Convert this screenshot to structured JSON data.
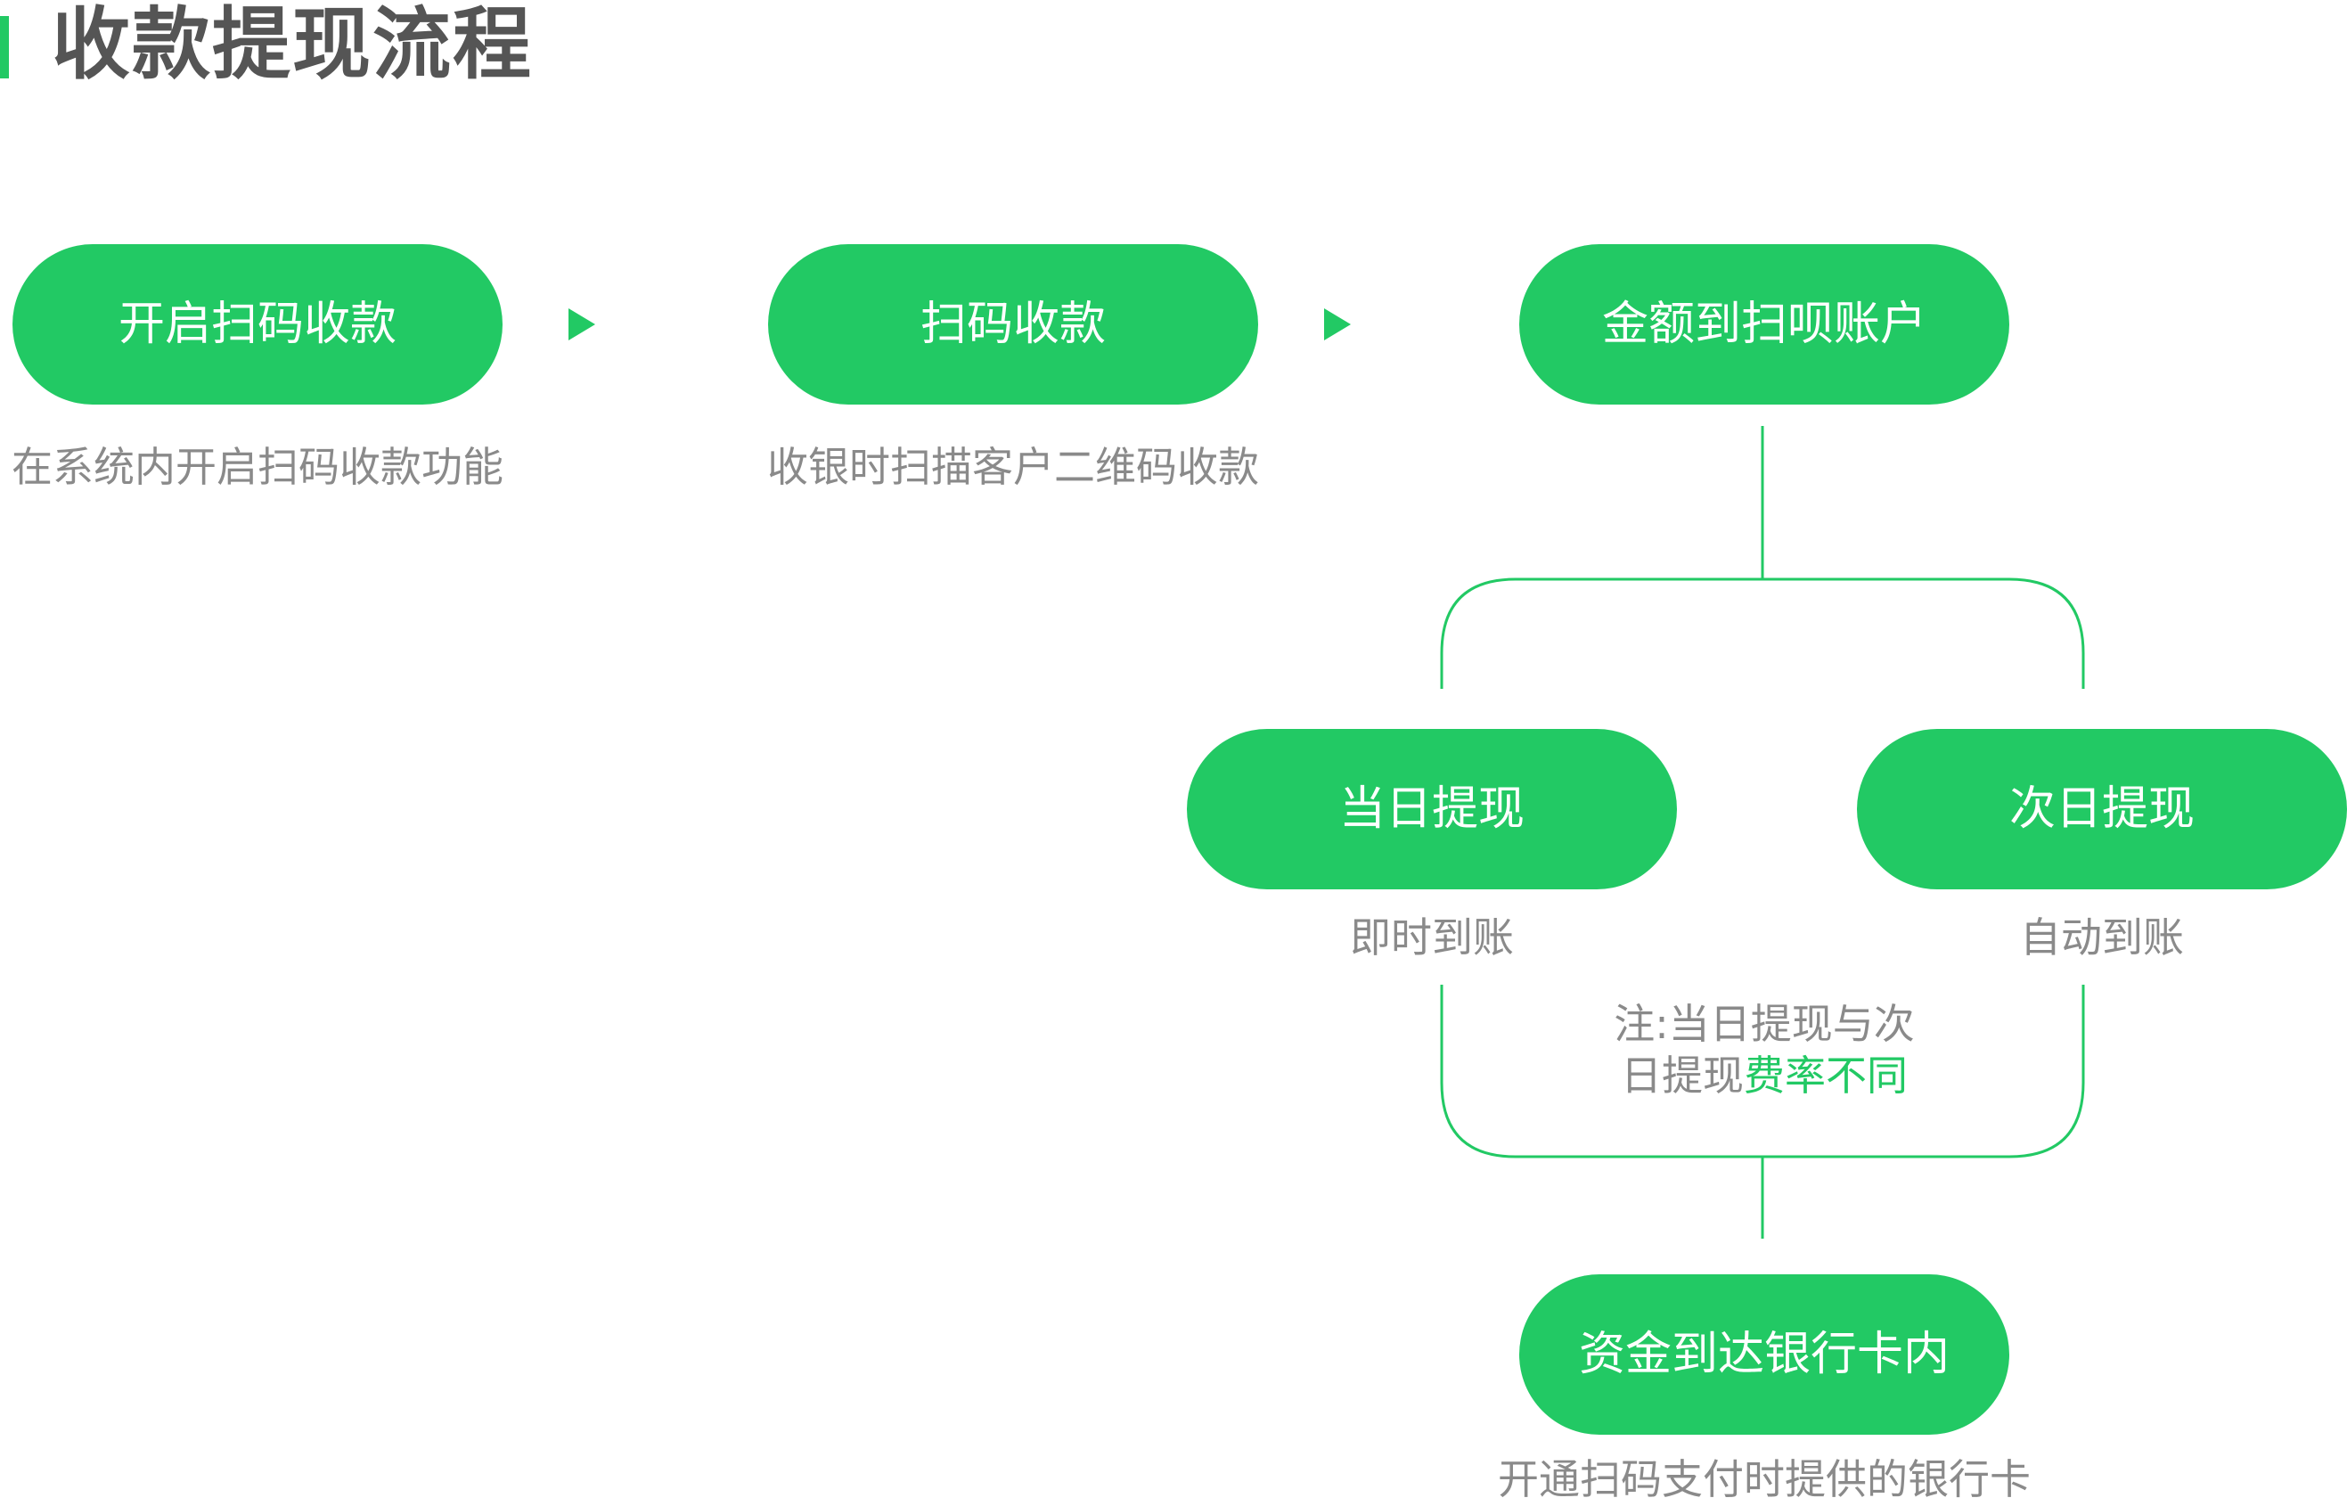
{
  "title": "收款提现流程",
  "colors": {
    "accent": "#22c964",
    "title_text": "#555555",
    "desc_text": "#8a8a8a",
    "pill_text": "#ffffff"
  },
  "steps": {
    "enable_scan": {
      "label": "开启扫码收款",
      "desc": "在系统内开启扫码收款功能"
    },
    "scan_collect": {
      "label": "扫码收款",
      "desc": "收银时扫描客户二维码收款"
    },
    "to_account": {
      "label": "金额到扫呗账户"
    },
    "same_day": {
      "label": "当日提现",
      "desc": "即时到账"
    },
    "next_day": {
      "label": "次日提现",
      "desc": "自动到账"
    },
    "to_bank": {
      "label": "资金到达银行卡内",
      "desc": "开通扫码支付时提供的银行卡"
    }
  },
  "note": {
    "line1": "注:当日提现与次",
    "line2_prefix": "日提现",
    "line2_highlight": "费率不同"
  }
}
